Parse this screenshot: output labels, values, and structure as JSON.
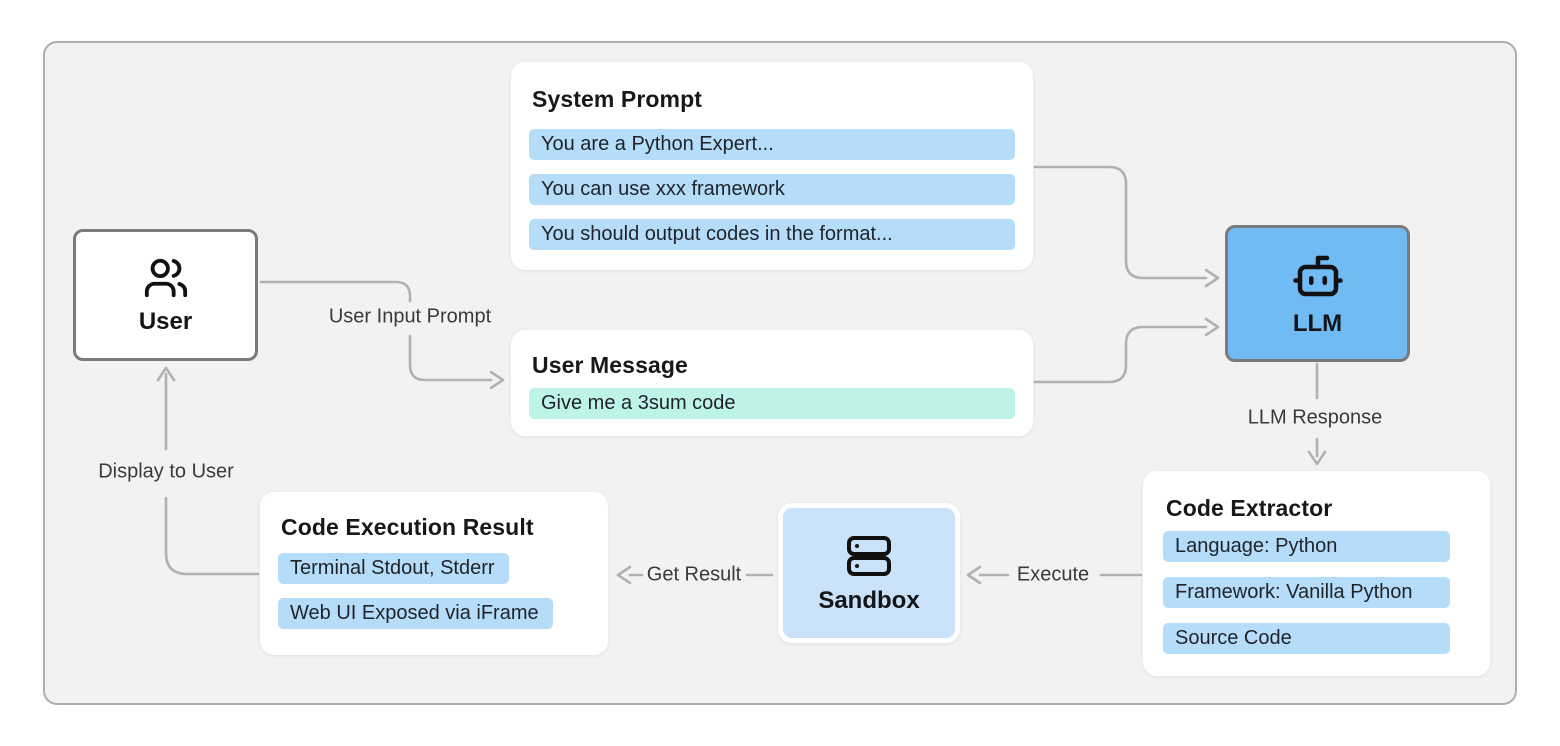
{
  "nodes": {
    "user": {
      "label": "User",
      "icon": "users-icon"
    },
    "llm": {
      "label": "LLM",
      "icon": "bot-icon"
    },
    "sandbox": {
      "label": "Sandbox",
      "icon": "server-icon"
    },
    "system_prompt": {
      "title": "System Prompt",
      "items": [
        "You are a Python Expert...",
        "You can use xxx framework",
        "You should output codes in the format..."
      ]
    },
    "user_message": {
      "title": "User Message",
      "items": [
        "Give me a 3sum code"
      ]
    },
    "code_extractor": {
      "title": "Code Extractor",
      "items": [
        "Language: Python",
        "Framework: Vanilla Python",
        "Source Code"
      ]
    },
    "code_execution_result": {
      "title": "Code Execution Result",
      "items": [
        "Terminal Stdout, Stderr",
        "Web UI Exposed via iFrame"
      ]
    }
  },
  "edge_labels": {
    "user_input_prompt": "User Input Prompt",
    "llm_response": "LLM Response",
    "execute": "Execute",
    "get_result": "Get Result",
    "display_to_user": "Display to User"
  },
  "colors": {
    "container_bg": "#f2f2f3",
    "container_border": "#aeaeae",
    "arrow_gray": "#b1b1b1",
    "node_border": "#7a7a7a",
    "node_blue": "#70bbf3",
    "node_light_blue": "#c9e2f9",
    "highlight_blue": "#b5dcf8",
    "highlight_mint": "#bef3e8",
    "title_color": "#17181a",
    "pill_text": "#1f2329",
    "label_text": "#3a3a3a"
  }
}
